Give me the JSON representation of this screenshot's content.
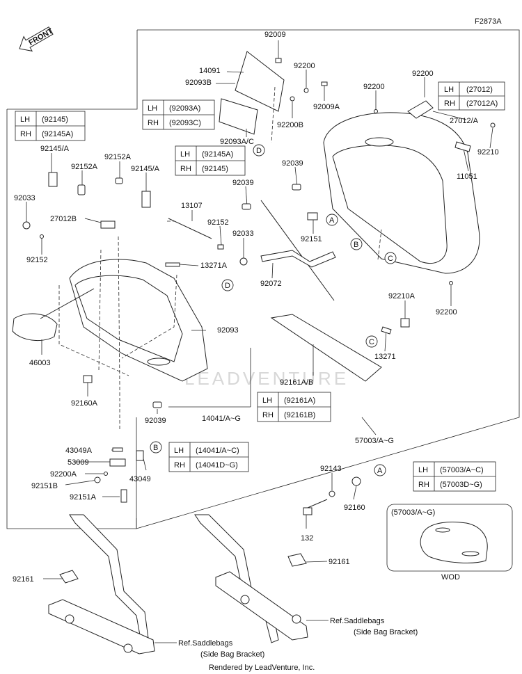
{
  "diagram_code": "F2873A",
  "front_label": "FRONT",
  "watermark": "LEADVENTURE",
  "credit": "Rendered by LeadVenture, Inc.",
  "wod_label": "WOD",
  "wod_box_title": "(57003/A~G)",
  "ref_label_1": "Ref.Saddlebags",
  "ref_sub_1": "(Side Bag Bracket)",
  "ref_label_2": "Ref.Saddlebags",
  "ref_sub_2": "(Side Bag Bracket)",
  "callouts": [
    "A",
    "A",
    "B",
    "B",
    "C",
    "C",
    "D",
    "D"
  ],
  "labels": [
    "92009",
    "14091",
    "92093B",
    "92200",
    "92009A",
    "92200B",
    "92200",
    "92200",
    "27012/A",
    "92210",
    "11051",
    "92093A/C",
    "92039",
    "92039",
    "92151",
    "92072",
    "92210A",
    "13271",
    "92200",
    "92145/A",
    "92152A",
    "92152A",
    "92145/A",
    "92033",
    "27012B",
    "92152",
    "13107",
    "92152",
    "92033",
    "13271A",
    "46003",
    "92093",
    "92160A",
    "92039",
    "14041/A~G",
    "92161A/B",
    "57003/A~G",
    "43049A",
    "53009",
    "92200A",
    "92151B",
    "92151A",
    "43049",
    "92143",
    "92160",
    "132",
    "92161",
    "92161"
  ],
  "tables": [
    {
      "rows": [
        {
          "side": "LH",
          "part": "(27012)"
        },
        {
          "side": "RH",
          "part": "(27012A)"
        }
      ]
    },
    {
      "rows": [
        {
          "side": "LH",
          "part": "(92093A)"
        },
        {
          "side": "RH",
          "part": "(92093C)"
        }
      ]
    },
    {
      "rows": [
        {
          "side": "LH",
          "part": "(92145A)"
        },
        {
          "side": "RH",
          "part": "(92145)"
        }
      ]
    },
    {
      "rows": [
        {
          "side": "LH",
          "part": "(92145)"
        },
        {
          "side": "RH",
          "part": "(92145A)"
        }
      ]
    },
    {
      "rows": [
        {
          "side": "LH",
          "part": "(92161A)"
        },
        {
          "side": "RH",
          "part": "(92161B)"
        }
      ]
    },
    {
      "rows": [
        {
          "side": "LH",
          "part": "(14041/A~C)"
        },
        {
          "side": "RH",
          "part": "(14041D~G)"
        }
      ]
    },
    {
      "rows": [
        {
          "side": "LH",
          "part": "(57003/A~C)"
        },
        {
          "side": "RH",
          "part": "(57003D~G)"
        }
      ]
    }
  ]
}
